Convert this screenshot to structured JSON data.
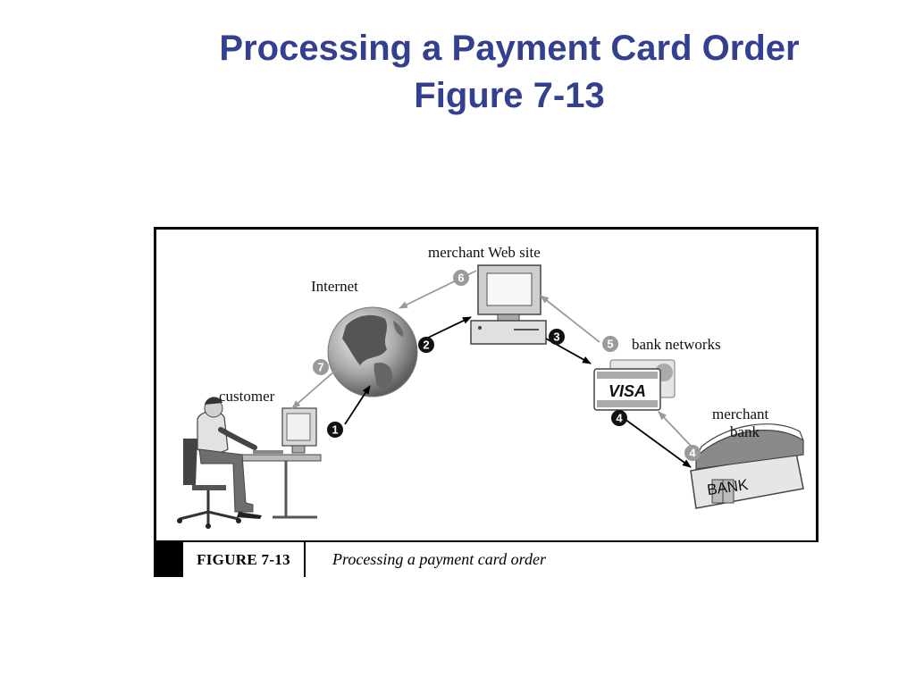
{
  "slide": {
    "title_line1": "Processing a Payment Card Order",
    "title_line2": "Figure 7-13",
    "title_color": "#333f8f"
  },
  "figure": {
    "caption_label": "FIGURE 7-13",
    "caption_text": "Processing a payment card order",
    "nodes": {
      "customer": "customer",
      "internet": "Internet",
      "merchant_web_site": "merchant Web site",
      "bank_networks": "bank networks",
      "merchant_bank_line1": "merchant",
      "merchant_bank_line2": "bank",
      "bank_sign": "BANK",
      "card_brand": "VISA"
    },
    "steps": {
      "s1": "1",
      "s2": "2",
      "s3": "3",
      "s4a": "4",
      "s4b": "4",
      "s5": "5",
      "s6": "6",
      "s7": "7"
    },
    "colors": {
      "forward_arrow": "#000000",
      "return_arrow": "#9a9a9a"
    }
  }
}
